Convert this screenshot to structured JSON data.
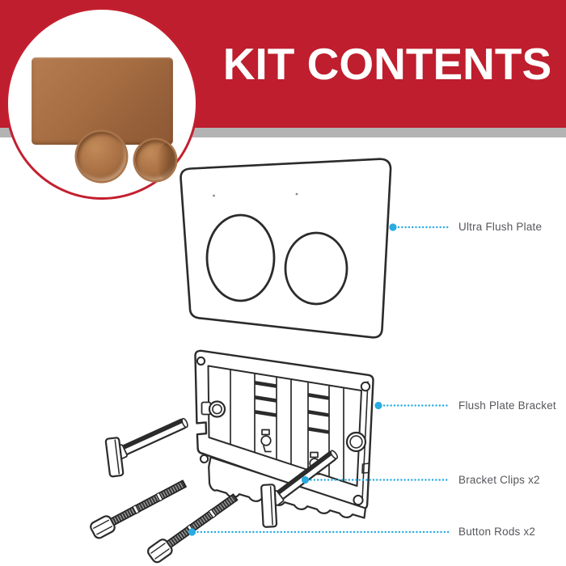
{
  "header": {
    "title": "KIT CONTENTS",
    "banner_color": "#BE1E2D",
    "stripe_color": "#B3B3B4"
  },
  "badge": {
    "product": "bronze dual-button flush plate photo",
    "plate_color": "#A56D41",
    "ring_color": "#C31F2F"
  },
  "callouts": [
    {
      "label": "Ultra Flush Plate"
    },
    {
      "label": "Flush Plate Bracket"
    },
    {
      "label": "Bracket Clips x2"
    },
    {
      "label": "Button Rods x2"
    }
  ],
  "colors": {
    "accent_blue": "#29ABE2",
    "label_gray": "#56575B",
    "line_art": "#2B2B2B"
  }
}
